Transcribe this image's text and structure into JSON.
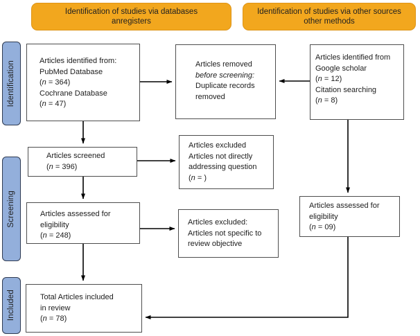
{
  "banners": [
    {
      "lines": [
        "Identification of studies via databases",
        "anregisters"
      ]
    },
    {
      "lines": [
        "Identification of studies via other sources",
        "other methods"
      ]
    }
  ],
  "stages": [
    {
      "label": "Identification"
    },
    {
      "label": "Screening"
    },
    {
      "label": "Included"
    }
  ],
  "boxes": {
    "identified_databases": {
      "lines": [
        "Articles identified from:",
        "PubMed Database",
        "(*n* = 364)",
        "Cochrane Database",
        "(*n* = 47)"
      ]
    },
    "removed_before_screening": {
      "lines": [
        "Articles removed",
        "*before screening:*",
        "Duplicate records",
        "removed"
      ]
    },
    "identified_other_sources": {
      "lines": [
        "Articles identified from",
        "Google scholar",
        "(*n* = 12)",
        "Citation searching",
        "(*n* = 8)"
      ]
    },
    "screened": {
      "lines": [
        "Articles screened",
        "(*n* = 396)"
      ]
    },
    "excluded_not_addressing": {
      "lines": [
        "Articles excluded",
        "Articles not directly",
        "addressing question",
        "(*n* = )"
      ]
    },
    "assessed_eligibility": {
      "lines": [
        "Articles assessed for",
        "eligibility",
        "(*n* = 248)"
      ]
    },
    "excluded_not_specific": {
      "lines": [
        "Articles excluded:",
        "Articles not specific to",
        "review objective"
      ]
    },
    "assessed_eligibility_other": {
      "lines": [
        "Articles assessed for",
        "eligibility",
        "(*n* = 09)"
      ]
    },
    "total_included": {
      "lines": [
        "Total Articles included",
        "in review",
        "(*n* = 78)"
      ]
    }
  },
  "colors": {
    "header_bg": "#F2A71E",
    "header_border": "#DE9417",
    "sidebar_bg": "#93AFDB",
    "sidebar_border": "#2F3B52",
    "box_border": "#4d4d4d",
    "arrow": "#000000"
  }
}
